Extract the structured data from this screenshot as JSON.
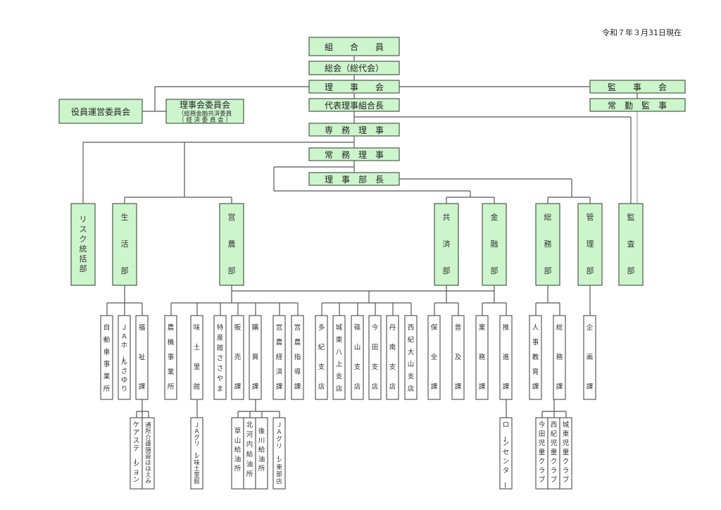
{
  "date_label": "令和７年３月31日現在",
  "colors": {
    "box_fill": "#ccf5cc",
    "box_border": "#4a5a4a",
    "line": "#555555"
  },
  "top": {
    "members": "組　　合　　員",
    "general_assembly": "総会（総代会）",
    "board": "理　　事　　会",
    "president": "代表理事組合長",
    "senmu": "専　務　理　事",
    "jomu": "常　務　理　事",
    "bucho": "理　事　部　長"
  },
  "left": {
    "officers_committee": "役員運営委員会",
    "board_committee": "理事会委員会",
    "board_committee_sub1": "（総務金融共済委員",
    "board_committee_sub2": "（ 経 済 委 員 会 ）"
  },
  "audit": {
    "auditors": "監　　事　　会",
    "fulltime_auditor": "常　勤　監　事"
  },
  "departments": [
    {
      "id": "risk",
      "label": "リスク統括部"
    },
    {
      "id": "seikatsu",
      "label": "生活部"
    },
    {
      "id": "einou",
      "label": "営農部"
    },
    {
      "id": "kyosai",
      "label": "共済部"
    },
    {
      "id": "kinyu",
      "label": "金融部"
    },
    {
      "id": "somu",
      "label": "総務部"
    },
    {
      "id": "kanri",
      "label": "管理部"
    },
    {
      "id": "kansa",
      "label": "監査部"
    }
  ],
  "sections": [
    {
      "parent": "seikatsu",
      "label": "自動車事業所"
    },
    {
      "parent": "seikatsu",
      "label": "ＪＡホールさゆり"
    },
    {
      "parent": "seikatsu",
      "label": "福祉課"
    },
    {
      "parent": "einou",
      "label": "農機事業所"
    },
    {
      "parent": "einou",
      "label": "味土里館"
    },
    {
      "parent": "einou",
      "label": "特産館ささやま"
    },
    {
      "parent": "einou",
      "label": "販売課"
    },
    {
      "parent": "einou",
      "label": "購買課"
    },
    {
      "parent": "einou",
      "label": "営農経済課"
    },
    {
      "parent": "einou",
      "label": "営農指導課"
    },
    {
      "parent": "kinyu",
      "label": "多紀支店"
    },
    {
      "parent": "kinyu",
      "label": "城東八上支店"
    },
    {
      "parent": "kinyu",
      "label": "篠山支店"
    },
    {
      "parent": "kinyu",
      "label": "今田支店"
    },
    {
      "parent": "kinyu",
      "label": "丹南支店"
    },
    {
      "parent": "kinyu",
      "label": "西紀大山支店"
    },
    {
      "parent": "kyosai",
      "label": "保全課"
    },
    {
      "parent": "kyosai",
      "label": "普及課"
    },
    {
      "parent": "kinyu",
      "label": "業務課"
    },
    {
      "parent": "kinyu",
      "label": "推進課"
    },
    {
      "parent": "somu",
      "label": "人事教育課"
    },
    {
      "parent": "somu",
      "label": "総務課"
    },
    {
      "parent": "kanri",
      "label": "企画課"
    }
  ],
  "subunits": [
    {
      "parent": "福祉課",
      "label": "ケアステーション"
    },
    {
      "parent": "福祉課",
      "label": "通所介護施設ほほえみ"
    },
    {
      "parent": "味土里館",
      "label": "ＪＡグリーン味土里館"
    },
    {
      "parent": "購買課",
      "label": "草山給油所"
    },
    {
      "parent": "購買課",
      "label": "北河内給油所"
    },
    {
      "parent": "購買課",
      "label": "後川給油所"
    },
    {
      "parent": "購買課",
      "label": "ＪＡグリーン東部店"
    },
    {
      "parent": "推進課",
      "label": "ローンセンター"
    },
    {
      "parent": "総務課",
      "label": "今田児童クラブ"
    },
    {
      "parent": "総務課",
      "label": "西紀児童クラブ"
    },
    {
      "parent": "総務課",
      "label": "城東児童クラブ"
    }
  ]
}
